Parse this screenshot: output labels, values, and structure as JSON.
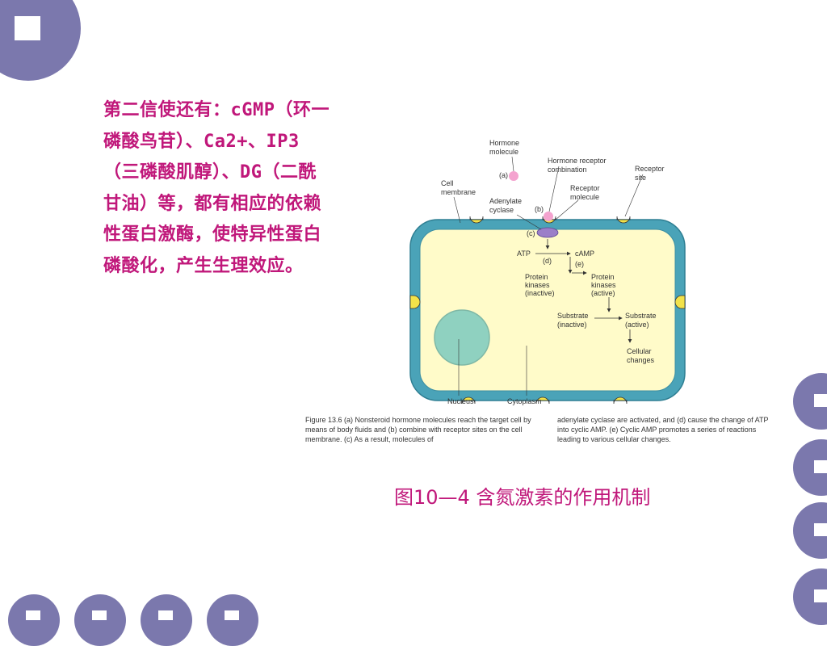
{
  "body_text": "第二信使还有：cGMP（环一磷酸鸟苷）、Ca2+、IP3（三磷酸肌醇）、DG（二酰甘油）等，都有相应的依赖性蛋白激酶，使特异性蛋白磷酸化，产生生理效应。",
  "figure": {
    "labels": {
      "hormone_molecule": [
        "Hormone",
        "molecule"
      ],
      "a": "(a)",
      "hormone_receptor_combination": [
        "Hormone receptor",
        "combination"
      ],
      "receptor_site": [
        "Receptor",
        "site"
      ],
      "cell_membrane": [
        "Cell",
        "membrane"
      ],
      "adenylate_cyclase": [
        "Adenylate",
        "cyclase"
      ],
      "b": "(b)",
      "receptor_molecule": [
        "Receptor",
        "molecule"
      ],
      "c": "(c)",
      "atp": "ATP",
      "d": "(d)",
      "camp": "cAMP",
      "e": "(e)",
      "protein_kinases_inactive": [
        "Protein",
        "kinases",
        "(inactive)"
      ],
      "protein_kinases_active": [
        "Protein",
        "kinases",
        "(active)"
      ],
      "substrate_inactive": [
        "Substrate",
        "(inactive)"
      ],
      "substrate_active": [
        "Substrate",
        "(active)"
      ],
      "cellular_changes": [
        "Cellular",
        "changes"
      ],
      "nucleus": "Nucleus",
      "cytoplasm": "Cytoplasm"
    },
    "caption_left": "Figure 13.6 (a) Nonsteroid hormone molecules reach the target cell by means of body fluids and (b) combine with receptor sites on the cell membrane. (c) As a result, molecules of",
    "caption_right": "adenylate cyclase are activated, and (d) cause the change of ATP into cyclic AMP. (e) Cyclic AMP promotes a series of reactions leading to various cellular changes."
  },
  "figure_title": "图10—4 含氮激素的作用机制",
  "colors": {
    "accent": "#7b78ad",
    "text": "#c0177a",
    "membrane": "#4aa3b8",
    "cytoplasm": "#fffbc9",
    "nucleus": "#8fd1c0",
    "hormone": "#f4a3cf",
    "enzyme": "#9b7fc8"
  }
}
